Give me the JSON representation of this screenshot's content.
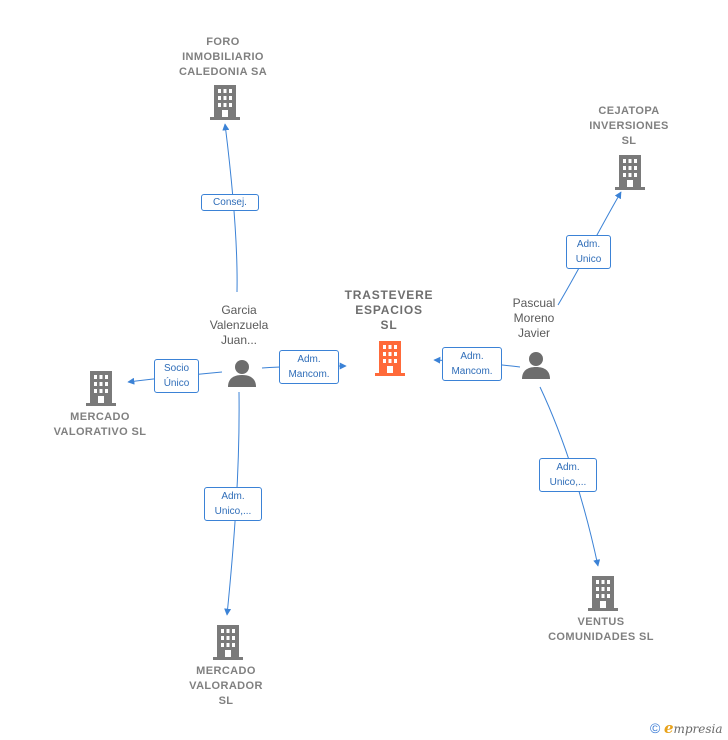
{
  "colors": {
    "edge": "#3b82d6",
    "building": "#7a7a7a",
    "building_main": "#ff6a3a",
    "person": "#6d6d6d",
    "label_text": "#2f6db8"
  },
  "nodes": {
    "foro": {
      "label_lines": [
        "FORO",
        "INMOBILIARIO",
        "CALEDONIA SA"
      ],
      "icon": "building-icon"
    },
    "cejatopa": {
      "label_lines": [
        "CEJATOPA",
        "INVERSIONES",
        "SL"
      ],
      "icon": "building-icon"
    },
    "trastevere": {
      "label_lines": [
        "TRASTEVERE",
        "ESPACIOS",
        "SL"
      ],
      "icon": "building-icon"
    },
    "mercado_valorativo": {
      "label_lines": [
        "MERCADO",
        "VALORATIVO SL"
      ],
      "icon": "building-icon"
    },
    "mercado_valorador": {
      "label_lines": [
        "MERCADO",
        "VALORADOR",
        "SL"
      ],
      "icon": "building-icon"
    },
    "ventus": {
      "label_lines": [
        "VENTUS",
        "COMUNIDADES SL"
      ],
      "icon": "building-icon"
    },
    "garcia": {
      "label_lines": [
        "Garcia",
        "Valenzuela",
        "Juan..."
      ],
      "icon": "person-icon"
    },
    "pascual": {
      "label_lines": [
        "Pascual",
        "Moreno",
        "Javier"
      ],
      "icon": "person-icon"
    }
  },
  "edges": {
    "garcia_foro": {
      "label_lines": [
        "Consej."
      ]
    },
    "garcia_valorativo": {
      "label_lines": [
        "Socio",
        "Único"
      ]
    },
    "garcia_trastevere": {
      "label_lines": [
        "Adm.",
        "Mancom."
      ]
    },
    "garcia_valorador": {
      "label_lines": [
        "Adm.",
        "Unico,..."
      ]
    },
    "pascual_trastevere": {
      "label_lines": [
        "Adm.",
        "Mancom."
      ]
    },
    "pascual_cejatopa": {
      "label_lines": [
        "Adm.",
        "Unico"
      ]
    },
    "pascual_ventus": {
      "label_lines": [
        "Adm.",
        "Unico,..."
      ]
    }
  },
  "brand": {
    "copyright": "©",
    "initial": "e",
    "name": "mpresia"
  }
}
